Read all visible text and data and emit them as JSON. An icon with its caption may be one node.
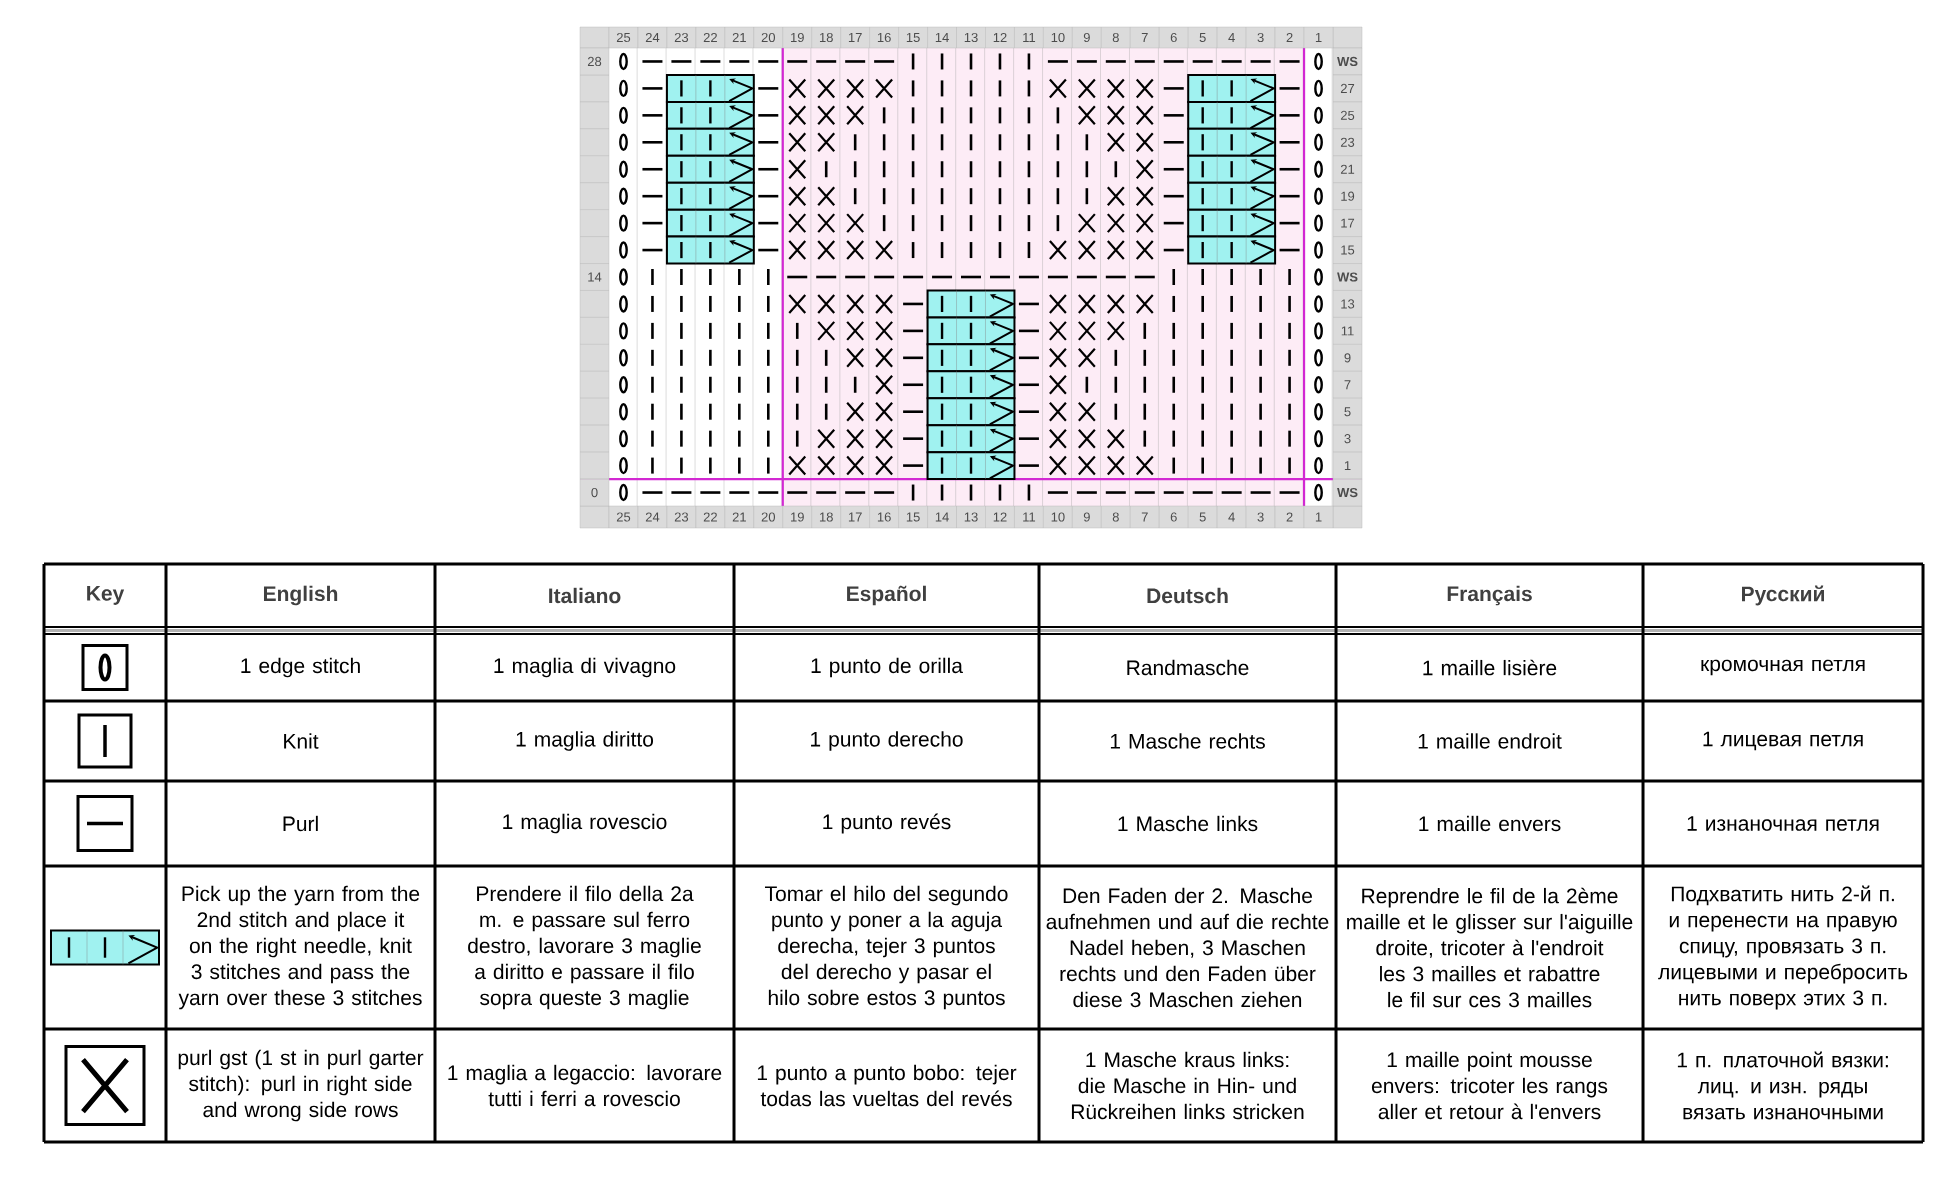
{
  "diagram": {
    "labels": [
      "25",
      "24",
      "23",
      "22",
      "21",
      "20",
      "19",
      "18",
      "17",
      "16",
      "15",
      "14",
      "13",
      "12",
      "11",
      "10",
      "9",
      "8",
      "7",
      "6",
      "5",
      "4",
      "3",
      "2",
      "1",
      "28",
      "WS",
      "27",
      "25",
      "23",
      "21",
      "19",
      "17",
      "15",
      "14",
      "WS",
      "13",
      "11",
      "9",
      "7",
      "5",
      "3",
      "1",
      "0",
      "WS",
      "25",
      "24",
      "23",
      "22",
      "21",
      "20",
      "19",
      "18",
      "17",
      "16",
      "15",
      "14",
      "13",
      "12",
      "11",
      "10",
      "9",
      "8",
      "7",
      "6",
      "5",
      "4",
      "3",
      "2",
      "1",
      "Key",
      "English",
      "Italiano",
      "Español",
      "Deutsch",
      "Français",
      "Русский",
      "1 edge stitch",
      "1 maglia di vivagno",
      "1 punto de orilla",
      "Randmasche",
      "1 maille lisière",
      "кромочная петля",
      "Knit",
      "1 maglia diritto",
      "1 punto derecho",
      "1 Masche rechts",
      "1 maille endroit",
      "1 лицевая петля",
      "Purl",
      "1 maglia rovescio",
      "1 punto revés",
      "1 Masche links",
      "1 maille envers",
      "1 изнаночная петля",
      "Pick up the yarn from the 2nd stitch and place it on the right needle, knit 3 stitches and pass the yarn over these 3 stitches",
      "Prendere il filo della 2a m. e passare sul ferro destro, lavorare 3 maglie a diritto e passare il filo sopra queste 3 maglie",
      "Tomar el hilo del segundo punto y poner a la aguja derecha, tejer 3 puntos del derecho y pasar el hilo sobre estos 3 puntos",
      "Den Faden der 2. Masche aufnehmen und auf die rechte Nadel heben, 3 Maschen rechts und den Faden über diese 3 Maschen ziehen",
      "Reprendre le fil de la 2ème maille et le glisser sur l'aiguille droite, tricoter à l'endroit les 3 mailles et rabattre le fil sur ces 3 mailles",
      "Подхватить нить 2-й п. и перенести на правую спицу, провязать 3 п. лицевыми и перебросить нить поверх этих 3 п.",
      "purl gst (1 st in purl garter stitch): purl in right side and wrong side rows",
      "1 maglia a legaccio: lavorare tutti i ferri a rovescio",
      "1 punto a punto bobo: tejer todas las vueltas del revés",
      "1 Masche kraus links: die Masche in Hin- und Rückreihen links stricken",
      "1 maille point mousse envers: tricoter les rangs aller et retour à l'envers",
      "1 п. платочной вязки: лиц. и изн. ряды вязать изнаночными"
    ]
  }
}
